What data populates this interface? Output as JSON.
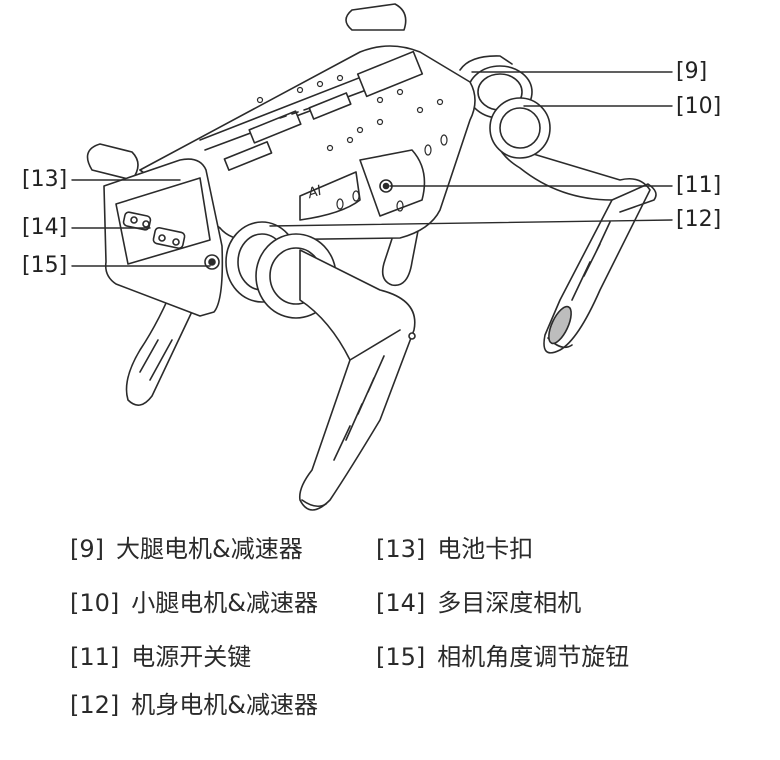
{
  "callouts": {
    "c9": "[9]",
    "c10": "[10]",
    "c11": "[11]",
    "c12": "[12]",
    "c13": "[13]",
    "c14": "[14]",
    "c15": "[15]"
  },
  "legend": {
    "i9": {
      "num": "[9]",
      "text": "大腿电机&减速器"
    },
    "i10": {
      "num": "[10]",
      "text": "小腿电机&减速器"
    },
    "i11": {
      "num": "[11]",
      "text": "电源开关键"
    },
    "i12": {
      "num": "[12]",
      "text": "机身电机&减速器"
    },
    "i13": {
      "num": "[13]",
      "text": "电池卡扣"
    },
    "i14": {
      "num": "[14]",
      "text": "多目深度相机"
    },
    "i15": {
      "num": "[15]",
      "text": "相机角度调节旋钮"
    }
  },
  "body_marking": "AI",
  "colors": {
    "line": "#2b2b2b",
    "fill": "#ffffff",
    "shade": "#bdbdbd"
  }
}
